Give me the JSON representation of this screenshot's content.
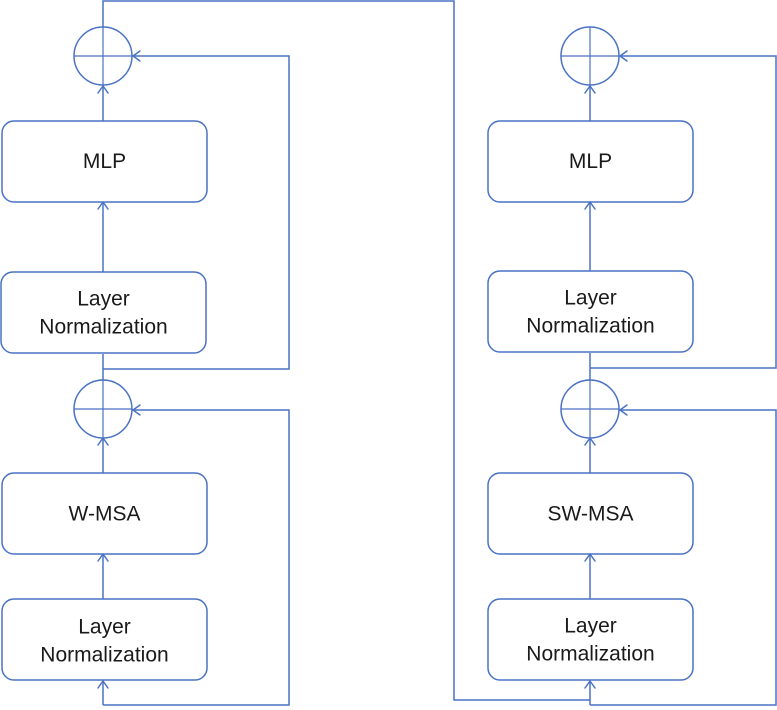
{
  "colors": {
    "line": "#4a72c4",
    "text": "#1a1a1a",
    "background": "#ffffff"
  },
  "left_block": {
    "mlp": {
      "label": "MLP"
    },
    "norm_top": {
      "line1": "Layer",
      "line2": "Normalization"
    },
    "attention": {
      "label": "W-MSA"
    },
    "norm_bottom": {
      "line1": "Layer",
      "line2": "Normalization"
    }
  },
  "right_block": {
    "mlp": {
      "label": "MLP"
    },
    "norm_top": {
      "line1": "Layer",
      "line2": "Normalization"
    },
    "attention": {
      "label": "SW-MSA"
    },
    "norm_bottom": {
      "line1": "Layer",
      "line2": "Normalization"
    }
  }
}
